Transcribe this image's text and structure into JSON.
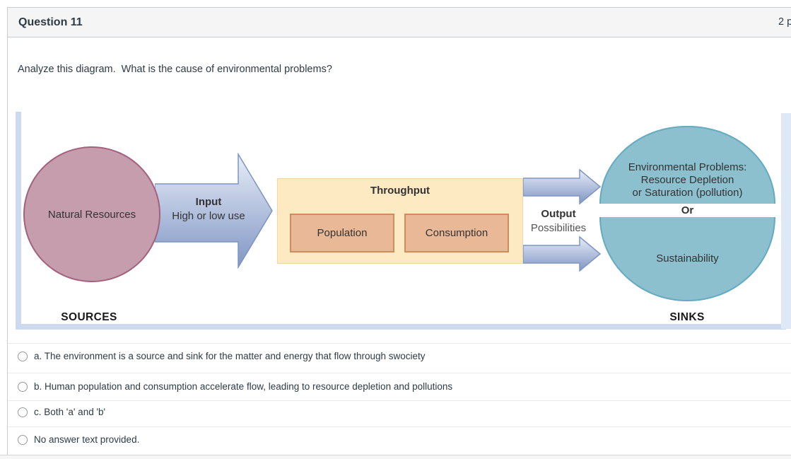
{
  "header": {
    "title": "Question 11",
    "points": "2 p"
  },
  "question": {
    "text": "Analyze this diagram.  What is the cause of environmental problems?"
  },
  "diagram": {
    "source_circle": "Natural Resources",
    "sources_label": "SOURCES",
    "input_title": "Input",
    "input_sub": "High or low use",
    "throughput_title": "Throughput",
    "flow_boxes": {
      "population": "Population",
      "consumption": "Consumption"
    },
    "output_title": "Output",
    "output_sub": "Possibilities",
    "sink_top": {
      "line1": "Environmental Problems:",
      "line2": "Resource Depletion",
      "line3": "or Saturation (pollution)"
    },
    "or_label": "Or",
    "sink_bottom": "Sustainability",
    "sinks_label": "SINKS",
    "colors": {
      "source_circle": "#c59dad",
      "arrow": "#8196c5",
      "throughput_box": "#fdeac3",
      "flow_box": "#e9b897",
      "sink_circle": "#8cc0ce",
      "frame_bar": "#cdd9ee",
      "header_bg": "#f5f5f5",
      "text": "#2d3b45"
    }
  },
  "answers": [
    {
      "label": "a. The environment is a source and sink for the matter and energy that flow through swociety"
    },
    {
      "label": "b. Human population and consumption accelerate flow, leading to resource depletion and pollutions"
    },
    {
      "label": "c. Both 'a' and 'b'"
    },
    {
      "label": "No answer text provided."
    }
  ]
}
